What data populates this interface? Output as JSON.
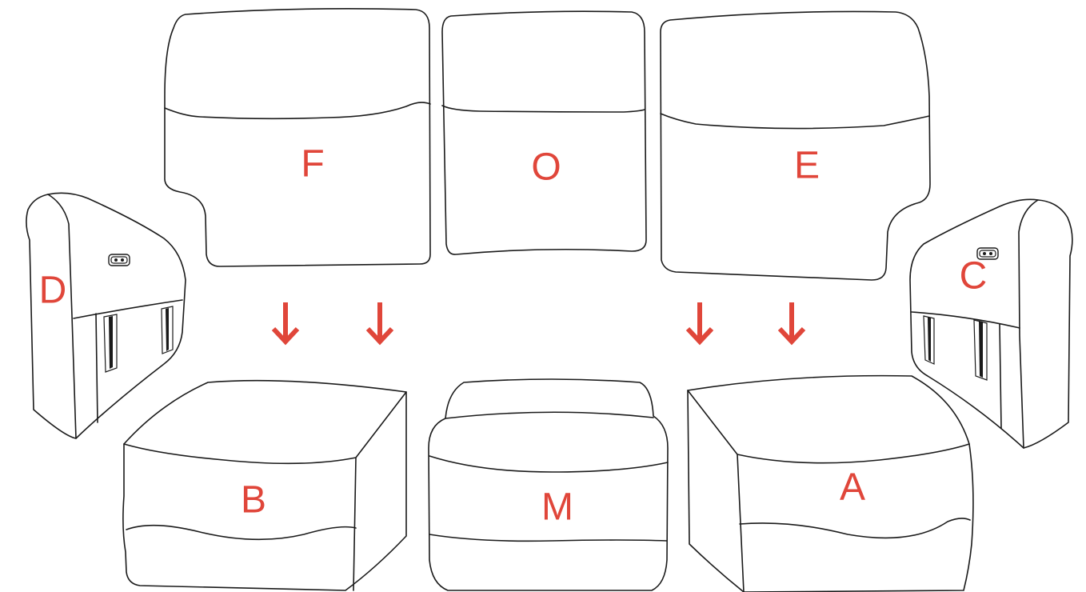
{
  "labels": {
    "back_left": "F",
    "back_middle": "O",
    "back_right": "E",
    "arm_left": "D",
    "arm_right": "C",
    "seat_left": "B",
    "seat_middle": "M",
    "seat_right": "A"
  },
  "colors": {
    "label": "#e0463a",
    "arrow": "#e0463a",
    "outline": "#1a1a1a",
    "background": "#ffffff"
  },
  "icons": {
    "arrow": "arrow-down-icon",
    "power_button": "power-switch-icon"
  }
}
